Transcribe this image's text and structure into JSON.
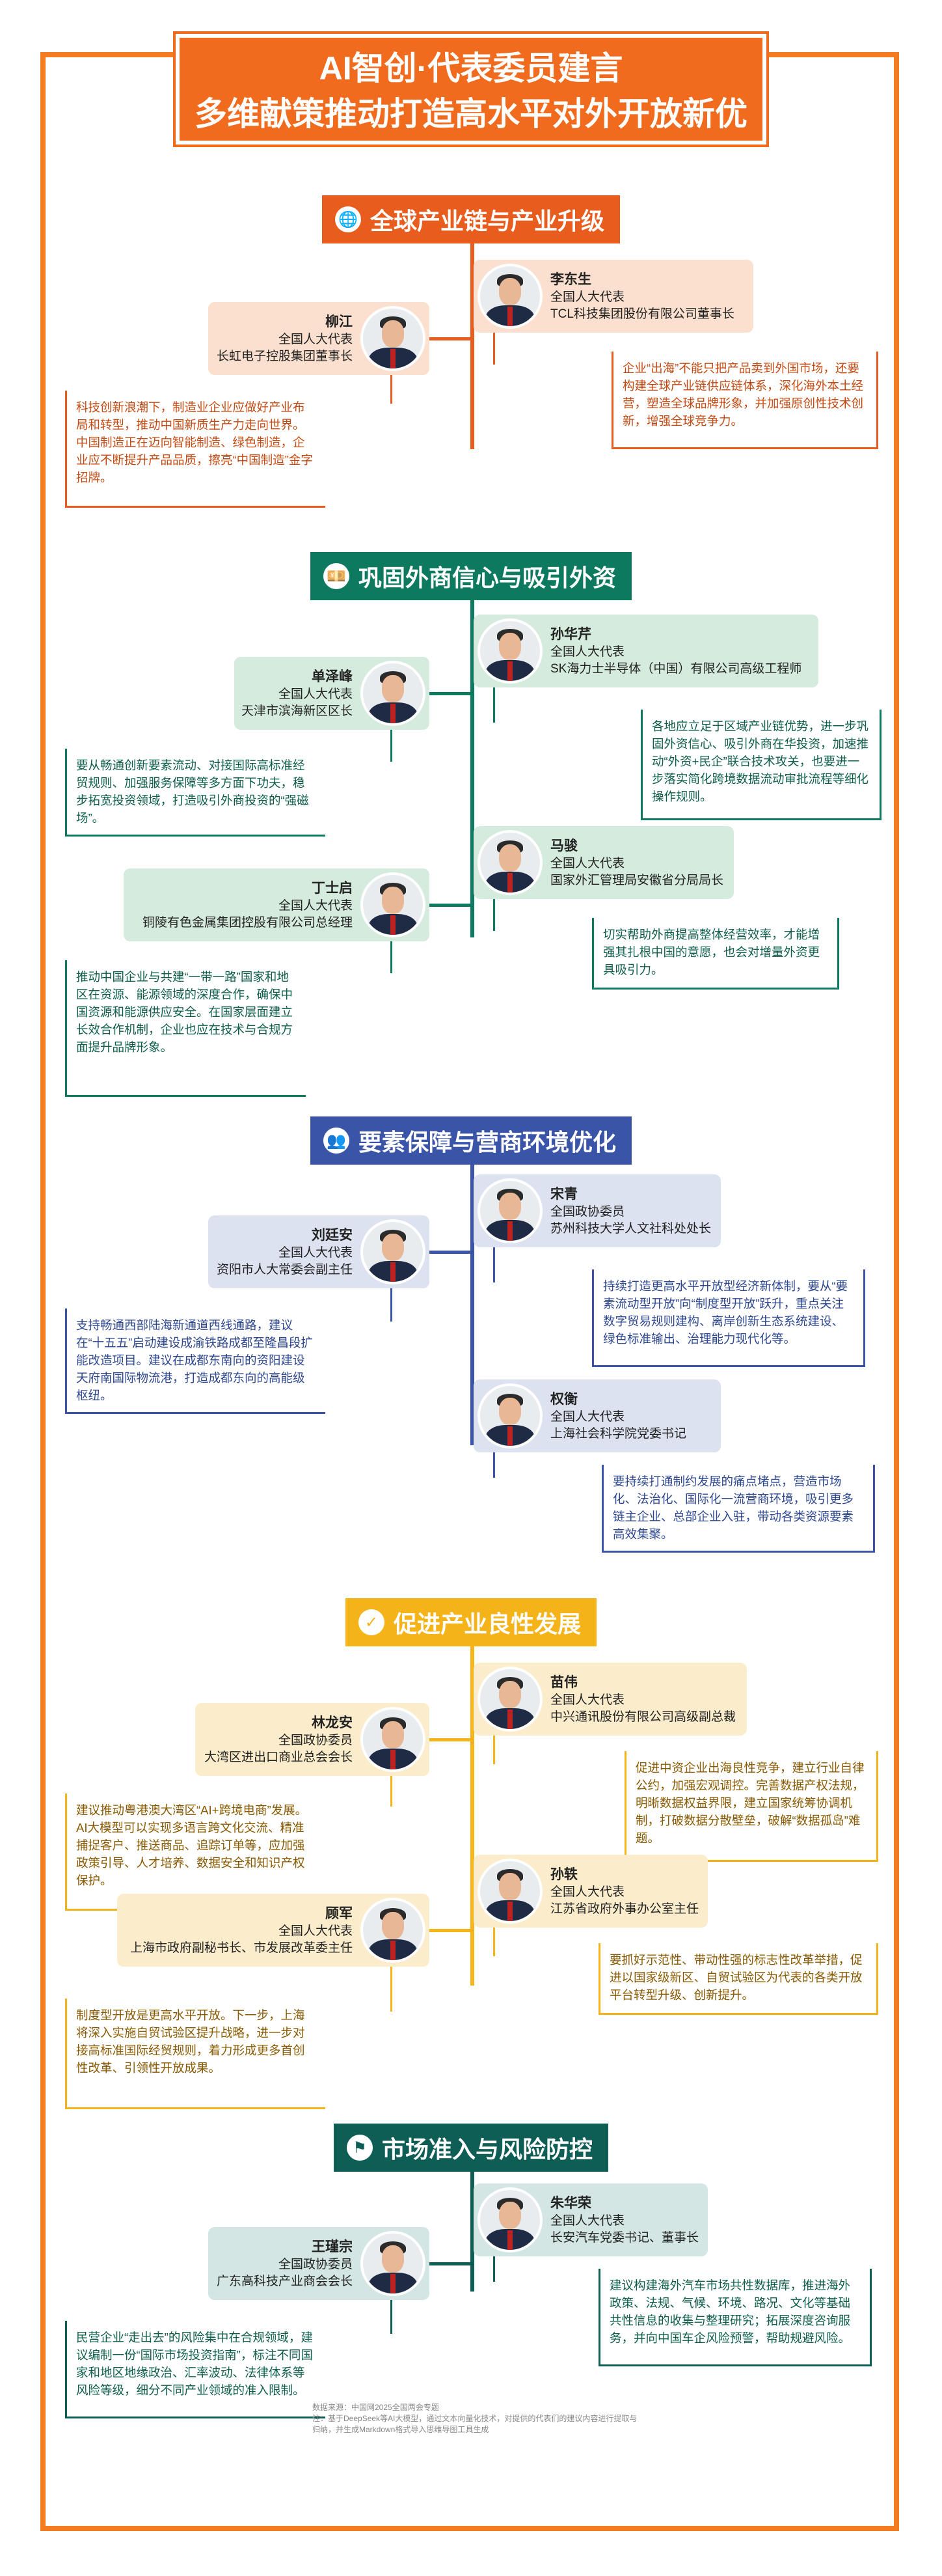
{
  "title": {
    "line1": "AI智创·代表委员建言",
    "line2": "多维献策推动打造高水平对外开放新优势"
  },
  "sections": [
    {
      "header": "全球产业链与产业升级",
      "icon": "globe-icon",
      "color": "#e85d1e",
      "light": "#fbe0cf",
      "people": [
        {
          "name": "李东生",
          "role": "全国人大代表",
          "org": "TCL科技集团股份有限公司董事长",
          "quote": "企业“出海”不能只把产品卖到外国市场，还要构建全球产业链供应链体系，深化海外本土经营，塑造全球品牌形象，并加强原创性技术创新，增强全球竞争力。"
        },
        {
          "name": "柳江",
          "role": "全国人大代表",
          "org": "长虹电子控股集团董事长",
          "quote": "科技创新浪潮下，制造业企业应做好产业布局和转型，推动中国新质生产力走向世界。中国制造正在迈向智能制造、绿色制造，企业应不断提升产品品质，擦亮“中国制造”金字招牌。"
        }
      ]
    },
    {
      "header": "巩固外商信心与吸引外资",
      "icon": "money-icon",
      "color": "#0d7a5f",
      "light": "#d5ebdd",
      "people": [
        {
          "name": "孙华芹",
          "role": "全国人大代表",
          "org": "SK海力士半导体（中国）有限公司高级工程师",
          "quote": "各地应立足于区域产业链优势，进一步巩固外资信心、吸引外商在华投资，加速推动“外资+民企”联合技术攻关，也要进一步落实简化跨境数据流动审批流程等细化操作规则。"
        },
        {
          "name": "单泽峰",
          "role": "全国人大代表",
          "org": "天津市滨海新区区长",
          "quote": "要从畅通创新要素流动、对接国际高标准经贸规则、加强服务保障等多方面下功夫，稳步拓宽投资领域，打造吸引外商投资的“强磁场”。"
        },
        {
          "name": "马骏",
          "role": "全国人大代表",
          "org": "国家外汇管理局安徽省分局局长",
          "quote": "切实帮助外商提高整体经营效率，才能增强其扎根中国的意愿，也会对增量外资更具吸引力。"
        },
        {
          "name": "丁士启",
          "role": "全国人大代表",
          "org": "铜陵有色金属集团控股有限公司总经理",
          "quote": "推动中国企业与共建“一带一路”国家和地区在资源、能源领域的深度合作，确保中国资源和能源供应安全。在国家层面建立长效合作机制，企业也应在技术与合规方面提升品牌形象。"
        }
      ]
    },
    {
      "header": "要素保障与营商环境优化",
      "icon": "people-icon",
      "color": "#3a55a8",
      "light": "#dde2f1",
      "people": [
        {
          "name": "宋青",
          "role": "全国政协委员",
          "org": "苏州科技大学人文社科处处长",
          "quote": "持续打造更高水平开放型经济新体制，要从“要素流动型开放”向“制度型开放”跃升，重点关注数字贸易规则建构、离岸创新生态系统建设、绿色标准输出、治理能力现代化等。"
        },
        {
          "name": "刘廷安",
          "role": "全国人大代表",
          "org": "资阳市人大常委会副主任",
          "quote": "支持畅通西部陆海新通道西线通路，建议在“十五五”启动建设成渝铁路成都至隆昌段扩能改造项目。建议在成都东南向的资阳建设天府南国际物流港，打造成都东向的高能级枢纽。"
        },
        {
          "name": "权衡",
          "role": "全国人大代表",
          "org": "上海社会科学院党委书记",
          "quote": "要持续打通制约发展的痛点堵点，营造市场化、法治化、国际化一流营商环境，吸引更多链主企业、总部企业入驻，带动各类资源要素高效集聚。"
        }
      ]
    },
    {
      "header": "促进产业良性发展",
      "icon": "check-icon",
      "color": "#f5b31a",
      "light": "#fbeccb",
      "people": [
        {
          "name": "苗伟",
          "role": "全国人大代表",
          "org": "中兴通讯股份有限公司高级副总裁",
          "quote": "促进中资企业出海良性竞争，建立行业自律公约，加强宏观调控。完善数据产权法规，明晰数据权益界限，建立国家统筹协调机制，打破数据分散壁垒，破解“数据孤岛”难题。"
        },
        {
          "name": "林龙安",
          "role": "全国政协委员",
          "org": "大湾区进出口商业总会会长",
          "quote": "建议推动粤港澳大湾区“AI+跨境电商”发展。AI大模型可以实现多语言跨文化交流、精准捕捉客户、推送商品、追踪订单等，应加强政策引导、人才培养、数据安全和知识产权保护。"
        },
        {
          "name": "孙轶",
          "role": "全国人大代表",
          "org": "江苏省政府外事办公室主任",
          "quote": "要抓好示范性、带动性强的标志性改革举措，促进以国家级新区、自贸试验区为代表的各类开放平台转型升级、创新提升。"
        },
        {
          "name": "顾军",
          "role": "全国人大代表",
          "org": "上海市政府副秘书长、市发展改革委主任",
          "quote": "制度型开放是更高水平开放。下一步，上海将深入实施自贸试验区提升战略，进一步对接高标准国际经贸规则，着力形成更多首创性改革、引领性开放成果。"
        }
      ]
    },
    {
      "header": "市场准入与风险防控",
      "icon": "alert-icon",
      "color": "#0e5e56",
      "light": "#d3e6e3",
      "people": [
        {
          "name": "朱华荣",
          "role": "全国人大代表",
          "org": "长安汽车党委书记、董事长",
          "quote": "建议构建海外汽车市场共性数据库，推进海外政策、法规、气候、环境、路况、文化等基础共性信息的收集与整理研究；拓展深度咨询服务，并向中国车企风险预警，帮助规避风险。"
        },
        {
          "name": "王瑾宗",
          "role": "全国政协委员",
          "org": "广东高科技产业商会会长",
          "quote": "民营企业“走出去”的风险集中在合规领域，建议编制一份“国际市场投资指南”，标注不同国家和地区地缘政治、汇率波动、法律体系等风险等级，细分不同产业领域的准入限制。"
        }
      ]
    }
  ],
  "footer": {
    "source": "数据来源：中国网2025全国两会专题",
    "note": "注：基于DeepSeek等AI大模型，通过文本向量化技术，对提供的代表们的建议内容进行提取与归纳，并生成Markdown格式导入思维导图工具生成"
  }
}
